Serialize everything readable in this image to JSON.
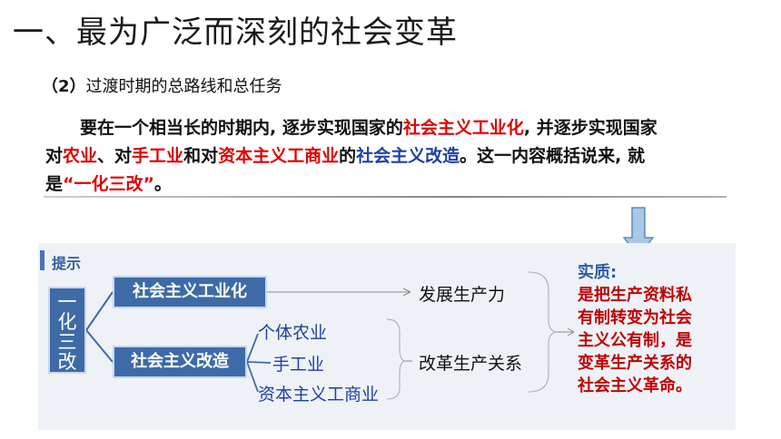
{
  "title": "一、最为广泛而深刻的社会变革",
  "subtitle": {
    "num": "（2）",
    "text": "过渡时期的总路线和总任务"
  },
  "paragraph": {
    "l1": {
      "a": "要在一个相当长的时期内, 逐步实现国家的",
      "b": "社会主义工业化",
      "c": ", 并逐步实现国家"
    },
    "l2": {
      "a": "对",
      "b": "农业",
      "c": "、对",
      "d": "手工业",
      "e": "和对",
      "f": "资本主义工商业",
      "g": "的",
      "h": "社会主义改造",
      "i": "。这一内容概括说来, 就"
    },
    "l3": {
      "a": "是",
      "b": "“一化三改”",
      "c": "。"
    }
  },
  "diagram": {
    "tip": "提示",
    "root": [
      "一",
      "化",
      "三",
      "改"
    ],
    "node1": "社会主义工业化",
    "node2": "社会主义改造",
    "branch": [
      "个体农业",
      "手工业",
      "资本主义工商业"
    ],
    "result1": "发展生产力",
    "result2": "改革生产关系",
    "essence_head": "实质:",
    "essence_lines": [
      "是把生产资料私",
      "有制转变为社会",
      "主义公有制，是",
      "变革生产关系的",
      "社会主义革命。"
    ]
  },
  "colors": {
    "accent_red": "#e00000",
    "accent_blue": "#1f3fa8",
    "box_blue": "#3e6ba8",
    "panel_bg": "#eef2f7"
  }
}
